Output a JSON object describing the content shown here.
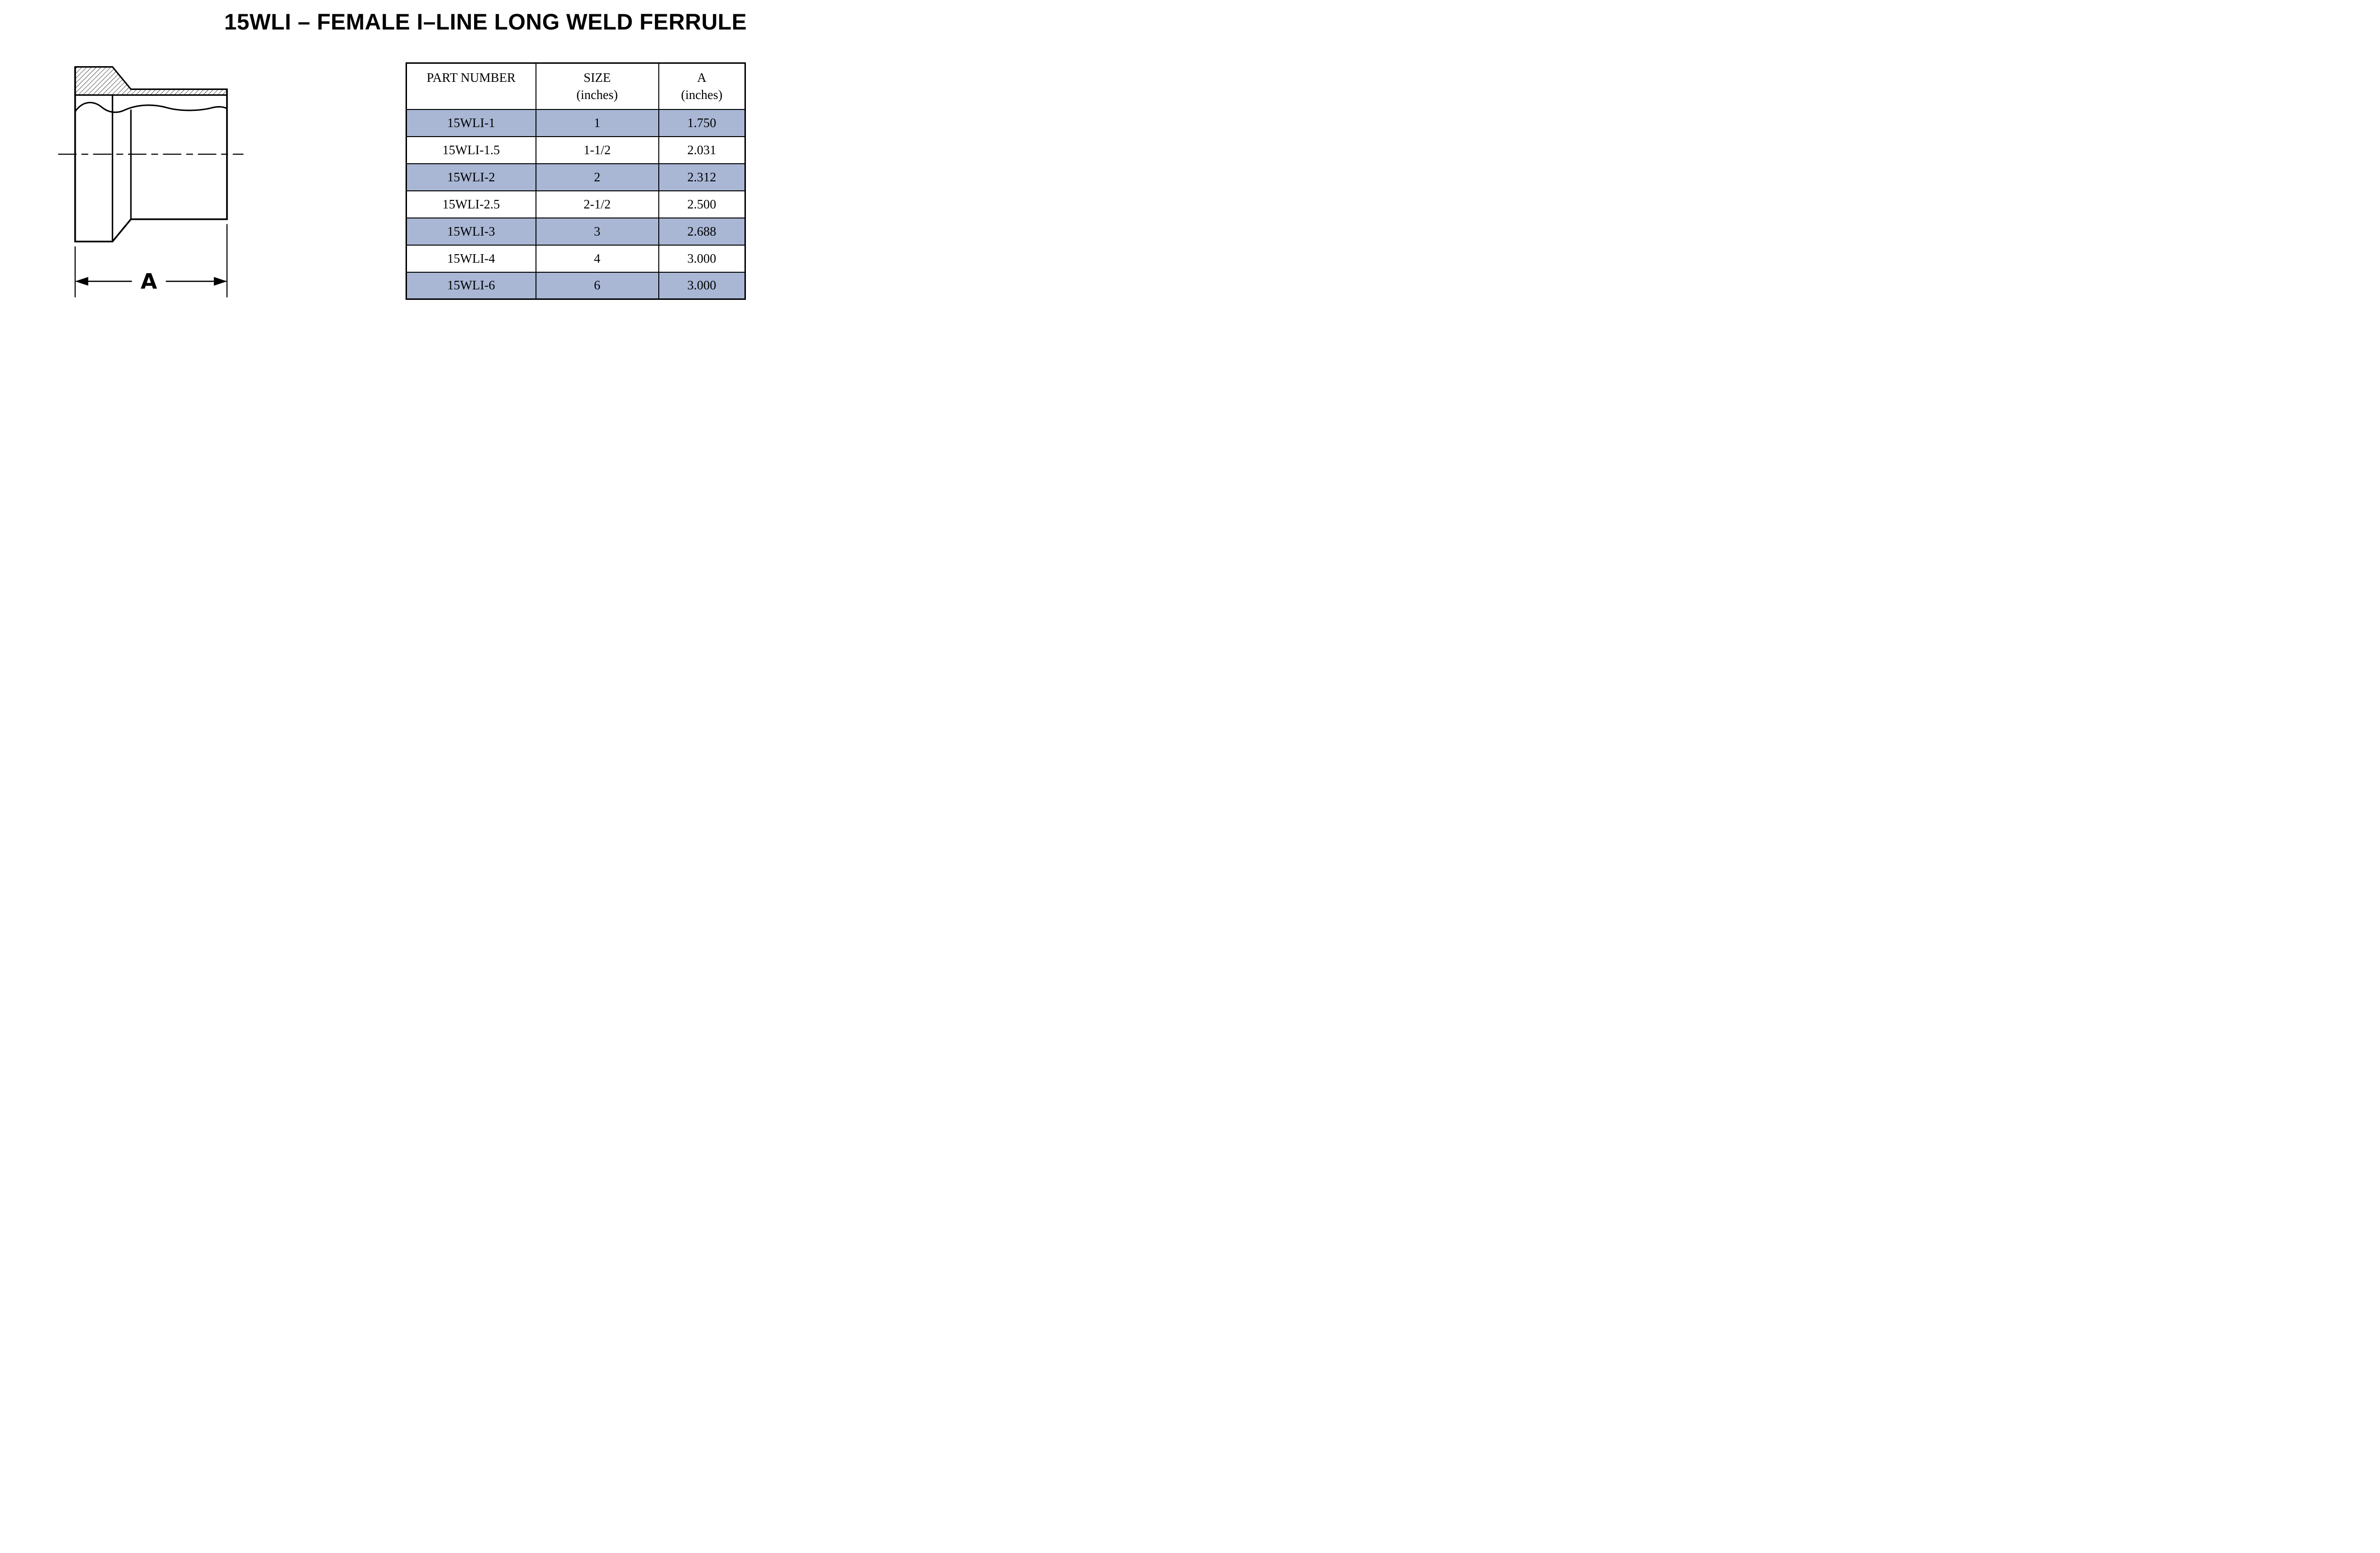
{
  "page": {
    "title": "15WLI – FEMALE I–LINE LONG WELD FERRULE",
    "background_color": "#ffffff"
  },
  "drawing": {
    "description": "Cross-section technical drawing of female I-line long weld ferrule",
    "dimension_label": "A",
    "line_color": "#000000"
  },
  "table": {
    "columns": [
      {
        "label": "PART NUMBER",
        "sub": ""
      },
      {
        "label": "SIZE",
        "sub": "(inches)"
      },
      {
        "label": "A",
        "sub": "(inches)"
      }
    ],
    "rows": [
      {
        "part_number": "15WLI-1",
        "size": "1",
        "a": "1.750"
      },
      {
        "part_number": "15WLI-1.5",
        "size": "1-1/2",
        "a": "2.031"
      },
      {
        "part_number": "15WLI-2",
        "size": "2",
        "a": "2.312"
      },
      {
        "part_number": "15WLI-2.5",
        "size": "2-1/2",
        "a": "2.500"
      },
      {
        "part_number": "15WLI-3",
        "size": "3",
        "a": "2.688"
      },
      {
        "part_number": "15WLI-4",
        "size": "4",
        "a": "3.000"
      },
      {
        "part_number": "15WLI-6",
        "size": "6",
        "a": "3.000"
      }
    ],
    "colors": {
      "shaded_row": "#a9b7d5",
      "plain_row": "#ffffff",
      "border": "#000000"
    }
  }
}
